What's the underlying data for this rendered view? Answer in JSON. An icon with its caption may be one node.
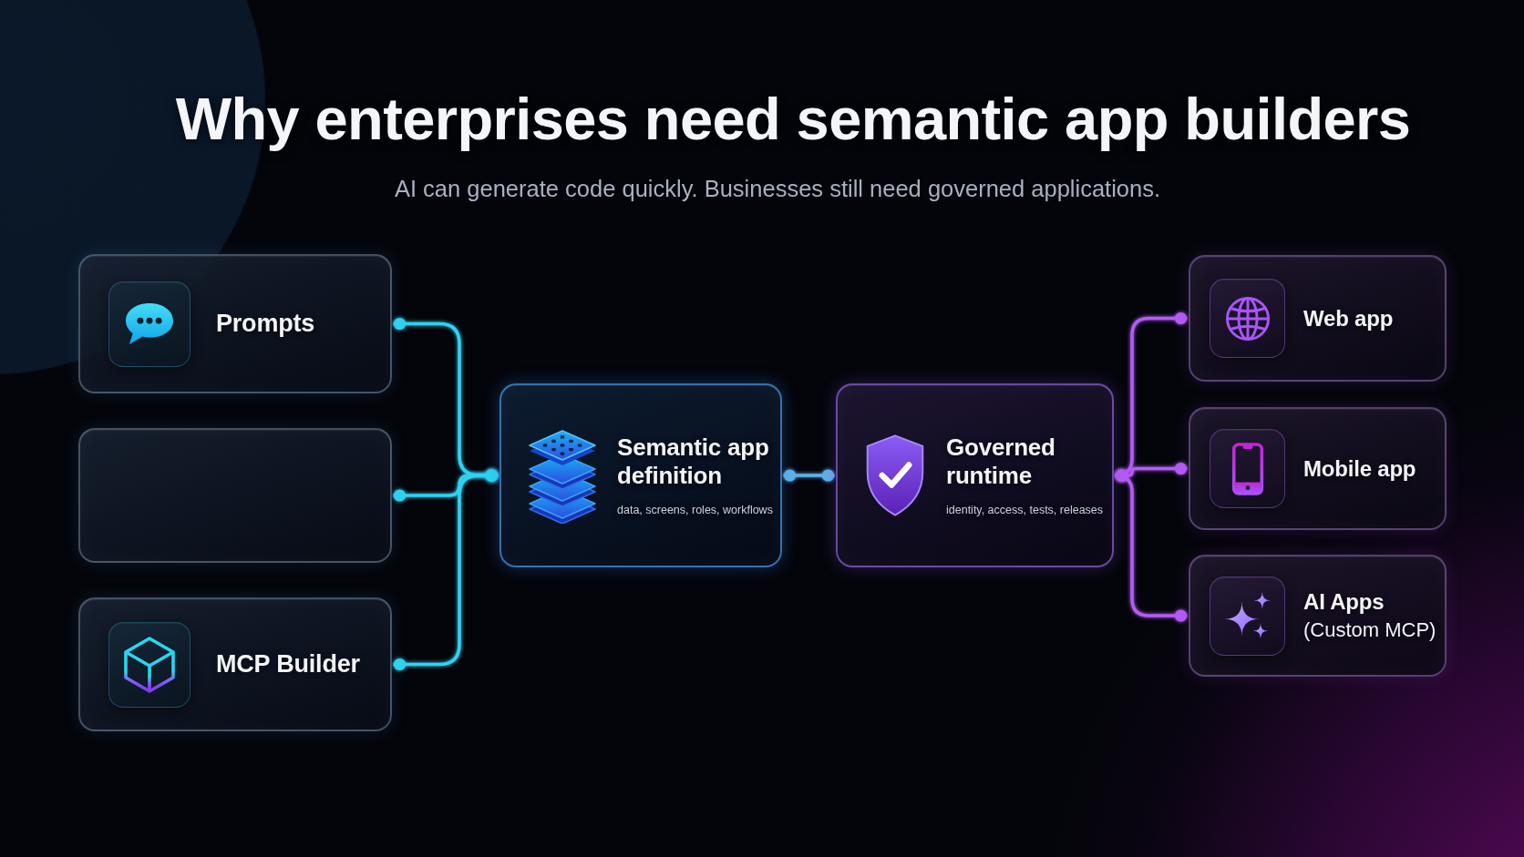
{
  "diagram": {
    "title": "Why enterprises need semantic app builders",
    "nodes": [
      {
        "text": [
          "Prompts"
        ]
      },
      {
        "text": [],
        "shape": "box"
      },
      {
        "text": [
          "MCP Builder"
        ]
      },
      {
        "text": [
          "Semantic app definition",
          "data, screens, roles, workflows"
        ]
      },
      {
        "text": [
          "Governed runtime",
          "identity, access, tests, releases"
        ]
      },
      {
        "text": [
          "Web app"
        ]
      },
      {
        "text": [
          "Mobile app"
        ]
      },
      {
        "text": [
          "AI Apps",
          "(Custom MCP)"
        ]
      }
    ],
    "edges": [
      {
        "from": 0,
        "to": 3,
        "arrow": "other"
      },
      {
        "from": 1,
        "to": 3,
        "arrow": "other"
      },
      {
        "from": 2,
        "to": 3,
        "arrow": "other"
      },
      {
        "from": 3,
        "to": 4,
        "arrow": "other",
        "color": "#5fb0ec"
      },
      {
        "from": 4,
        "to": 5,
        "arrow": "other",
        "color": "#b35cf5"
      },
      {
        "from": 4,
        "to": 6,
        "arrow": "other",
        "color": "#b35cf5"
      },
      {
        "from": 4,
        "to": 7,
        "arrow": "other",
        "color": "#b35cf5"
      }
    ],
    "labels": [
      "AI can generate code quickly. Businesses still need governed applications."
    ]
  }
}
